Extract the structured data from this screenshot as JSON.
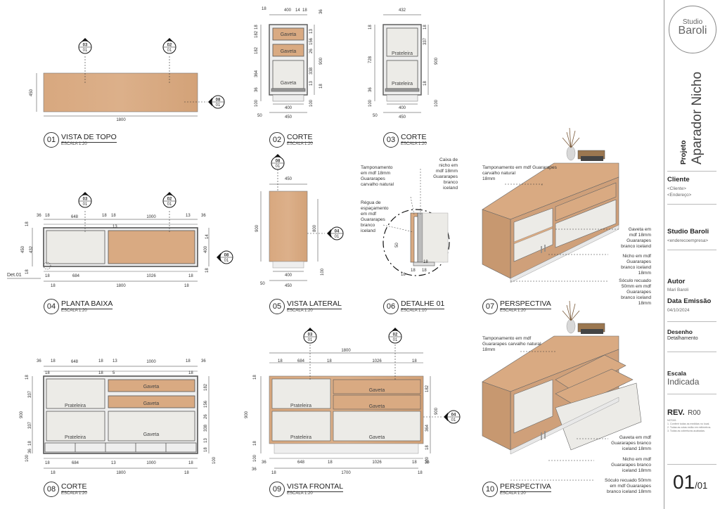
{
  "views": [
    {
      "num": "01",
      "name": "VISTA DE TOPO",
      "scale": "ESCALA 1:20"
    },
    {
      "num": "02",
      "name": "CORTE",
      "scale": "ESCALA 1:20"
    },
    {
      "num": "03",
      "name": "CORTE",
      "scale": "ESCALA 1:20"
    },
    {
      "num": "04",
      "name": "PLANTA BAIXA",
      "scale": "ESCALA 1:20"
    },
    {
      "num": "05",
      "name": "VISTA LATERAL",
      "scale": "ESCALA 1:20"
    },
    {
      "num": "06",
      "name": "DETALHE 01",
      "scale": "ESCALA 1:10"
    },
    {
      "num": "07",
      "name": "PERSPECTIVA",
      "scale": "ESCALA 1:20"
    },
    {
      "num": "08",
      "name": "CORTE",
      "scale": "ESCALA 1:20"
    },
    {
      "num": "09",
      "name": "VISTA FRONTAL",
      "scale": "ESCALA 1:20"
    },
    {
      "num": "10",
      "name": "PERSPECTIVA",
      "scale": "ESCALA 1:20"
    }
  ],
  "markers": {
    "m0301": {
      "top": "03",
      "bottom": "01"
    },
    "m0201": {
      "top": "02",
      "bottom": "01"
    },
    "m0801": {
      "top": "08",
      "bottom": "01"
    },
    "m0401": {
      "top": "04",
      "bottom": "01"
    }
  },
  "labels": {
    "gaveta": "Gaveta",
    "prateleira": "Prateleira",
    "det01": "Det.01"
  },
  "dims": {
    "v01": {
      "w": "1800",
      "h": "450"
    },
    "v02": {
      "top": [
        "18",
        "400",
        "14",
        "18",
        "36"
      ],
      "right": [
        "13",
        "156",
        "26",
        "900",
        "338",
        "13",
        "18"
      ],
      "left": [
        "18",
        "182",
        "182",
        "364",
        "36",
        "100"
      ],
      "bottom": [
        "400",
        "450"
      ],
      "b50": "50",
      "r100": "100"
    },
    "v03": {
      "top": "432",
      "right": [
        "18",
        "337",
        "900",
        "18",
        "100"
      ],
      "left": [
        "18",
        "728",
        "36",
        "100"
      ],
      "bottom": [
        "400",
        "450"
      ],
      "b50": "50"
    },
    "v04": {
      "top": [
        "36",
        "18",
        "648",
        "18",
        "18",
        "1000",
        "13",
        "36"
      ],
      "mid13": "13",
      "left": [
        "18",
        "432",
        "450",
        "18"
      ],
      "right": [
        "14",
        "400",
        "18"
      ],
      "bot": [
        "18",
        "684",
        "1026",
        "18"
      ],
      "bot2": [
        "18",
        "1800",
        "18"
      ]
    },
    "v05": {
      "top": "450",
      "left": "900",
      "right": "800",
      "bottom": [
        "400",
        "450"
      ],
      "b50": "50",
      "r100": "100"
    },
    "v06": {
      "d50": "50",
      "d18a": "18",
      "d18b": "18",
      "d18c": "18",
      "d18d": "18"
    },
    "v08": {
      "top": [
        "36",
        "18",
        "648",
        "18",
        "13",
        "1000",
        "18",
        "36"
      ],
      "top2": [
        "18",
        "18",
        "5",
        "18"
      ],
      "left": [
        "18",
        "337",
        "900",
        "337",
        "18",
        "100",
        "36"
      ],
      "right": [
        "182",
        "156",
        "26",
        "338",
        "13",
        "18",
        "100"
      ],
      "bot": [
        "18",
        "684",
        "13",
        "1000",
        "18"
      ],
      "bot2": [
        "18",
        "1800",
        "18"
      ]
    },
    "v09": {
      "top": "1800",
      "top2": [
        "18",
        "684",
        "18",
        "1026",
        "18"
      ],
      "left": [
        "18",
        "900",
        "18",
        "100",
        "36"
      ],
      "right": [
        "182",
        "900",
        "364",
        "18",
        "100"
      ],
      "bot": [
        "36",
        "648",
        "18",
        "1026",
        "18",
        "36"
      ],
      "bot2": [
        "18",
        "1700",
        "18"
      ]
    }
  },
  "notes": {
    "n06a": [
      "Tamponamento",
      "em mdf 18mm",
      "Guararapes",
      "carvalho natural"
    ],
    "n06b": [
      "Caixa de",
      "nicho em",
      "mdf 18mm",
      "Guararapes",
      "branco",
      "iceland"
    ],
    "n06c": [
      "Régua de",
      "espaçamento",
      "em mdf",
      "Guararapes",
      "branco",
      "iceland"
    ],
    "n07a": [
      "Tamponamento em mdf Guararapes",
      "carvalho natural",
      "18mm"
    ],
    "n07b": [
      "Gaveta em",
      "mdf 18mm",
      "Guararapes",
      "branco iceland"
    ],
    "n07c": [
      "Nicho em mdf",
      "Guararapes",
      "branco iceland",
      "18mm"
    ],
    "n07d": [
      "Sóculo recuado",
      "50mm em mdf",
      "Guararapes",
      "branco iceland",
      "18mm"
    ],
    "n10a": [
      "Tamponamento em mdf",
      "Guararapes carvalho natural",
      "18mm"
    ],
    "n10b": [
      "Gaveta em mdf",
      "Guararapes branco",
      "iceland 18mm"
    ],
    "n10c": [
      "Nicho em mdf",
      "Guararapes branco",
      "iceland 18mm"
    ],
    "n10d": [
      "Sóculo recuado 50mm",
      "em mdf Guararapes",
      "branco iceland 18mm"
    ]
  },
  "title_block": {
    "logo_top": "Studio",
    "logo_bottom": "Baroli",
    "projeto_label": "Projeto",
    "projeto_name": "Aparador Nicho",
    "cliente_label": "Cliente",
    "cliente_v1": "<Cliente>",
    "cliente_v2": "<Endereço>",
    "studio_label": "Studio Baroli",
    "studio_v": "<enderecoempresa>",
    "autor_label": "Autor",
    "autor_v": "Mari Baroli",
    "data_label": "Data Emissão",
    "data_v": "04/10/2024",
    "desenho_label": "Desenho",
    "desenho_v": "Detalhamento",
    "escala_label": "Escala",
    "escala_v": "Indicada",
    "rev_label": "REV.",
    "rev_v": "R00",
    "notas": [
      "NOTAS:",
      "1. Conferir todas as medidas no local.",
      "2. Todas as cotas estão em milímetros.",
      "3. Todas as coberturas acabadas."
    ],
    "sheet_num": "01",
    "sheet_total": "/01"
  },
  "colors": {
    "wood": "#d9aa82",
    "white": "#ecebe7",
    "frame": "#555555",
    "accent": "#e8e8e8"
  }
}
